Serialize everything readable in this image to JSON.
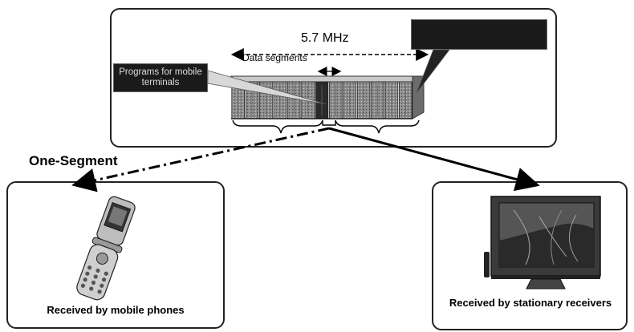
{
  "diagram": {
    "bandwidth_label": "5.7 MHz",
    "data_segments_label": "Data segments",
    "programs_callout_label": "Programs for mobile terminals",
    "fixed_callout_label": "",
    "one_segment_label": "One-Segment",
    "mobile_caption": "Received by mobile phones",
    "stationary_caption": "Received by stationary receivers"
  },
  "segments": {
    "count": 13,
    "highlighted_index": 6
  },
  "colors": {
    "border": "#222222",
    "callout_bg": "#1a1a1a",
    "segment_fill": "#8c8c8c"
  },
  "icons": {
    "mobile": "flip-phone-icon",
    "stationary": "television-icon"
  }
}
